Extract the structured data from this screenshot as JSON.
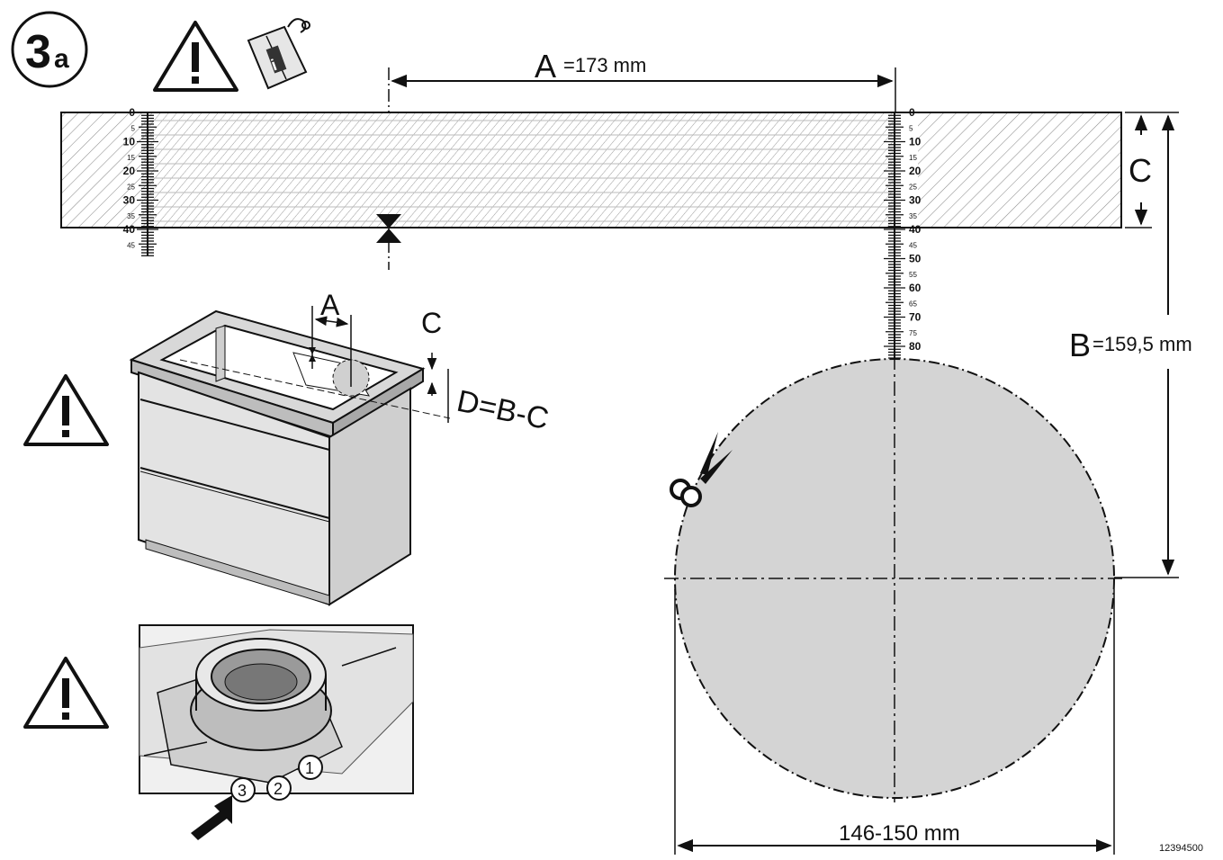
{
  "step": {
    "number": "3",
    "sub": "a"
  },
  "dimensions": {
    "a_letter": "A",
    "a_value": "=173 mm",
    "b_letter": "B",
    "b_value": "=159,5 mm",
    "c_letter": "C",
    "diameter": "146-150 mm"
  },
  "cabinet_labels": {
    "a": "A",
    "c": "C",
    "d_formula": "D=B-C"
  },
  "ruler_left_labels": [
    "0",
    "5",
    "10",
    "15",
    "20",
    "25",
    "30",
    "35",
    "40",
    "45"
  ],
  "ruler_right_labels": [
    "0",
    "5",
    "10",
    "15",
    "20",
    "25",
    "30",
    "35",
    "40",
    "45",
    "50",
    "55",
    "60",
    "65",
    "70",
    "75",
    "80"
  ],
  "callouts": [
    "1",
    "2",
    "3"
  ],
  "figure_code": "12394500",
  "icons": [
    "warning-triangle-icon",
    "manual-info-icon",
    "scissors-icon",
    "arrow-icon"
  ],
  "colors": {
    "fill_gray": "#d4d4d4",
    "line": "#111111",
    "hatch": "#8c8c8c"
  }
}
